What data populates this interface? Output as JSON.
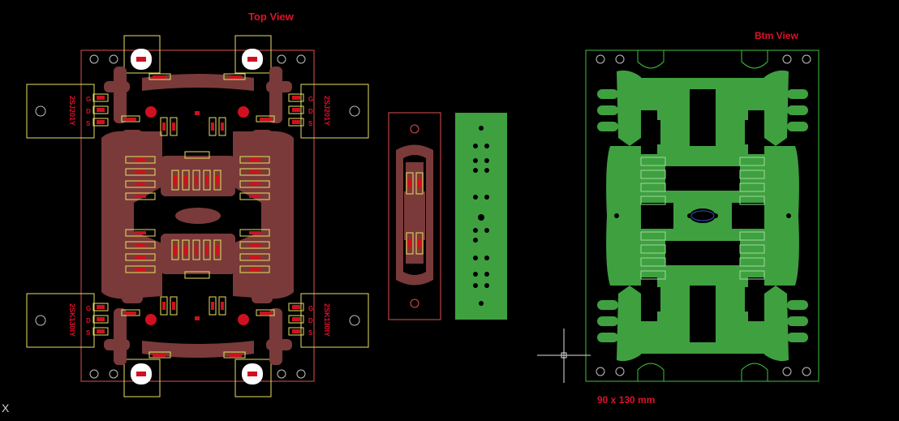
{
  "labels": {
    "top_view": "Top View",
    "bottom_view": "Btm View",
    "board_size": "90 x 130 mm",
    "cursor_axis": "X"
  },
  "components": {
    "tl": "2SJ201Y",
    "tr": "2SJ201Y",
    "bl": "2SK130IY",
    "br": "2SK130IY",
    "pins": [
      "G",
      "D",
      "S"
    ]
  },
  "colors": {
    "background": "#000000",
    "copper_top": "#7a3a3a",
    "copper_bottom": "#3fa040",
    "outline_top": "#e8e060",
    "outline_board": "#e05050",
    "outline_bottom": "#40c040",
    "pad": "#d01020",
    "text": "#e0102a"
  }
}
